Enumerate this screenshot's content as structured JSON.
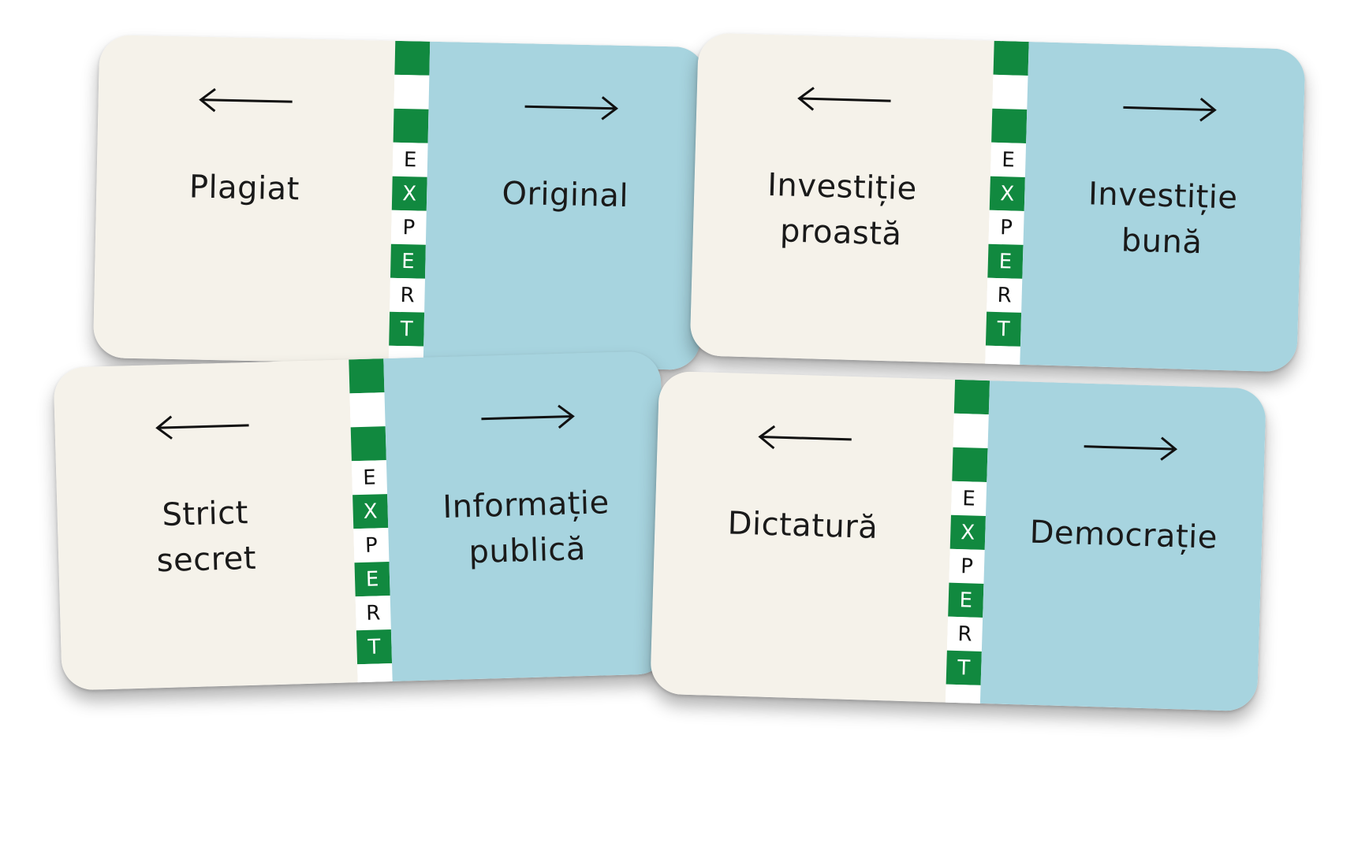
{
  "colors": {
    "left_panel": "#f5f2ea",
    "right_panel": "#a7d4df",
    "stripe_green": "#11893f",
    "stripe_white": "#ffffff",
    "text": "#1a1a1a"
  },
  "icons": {
    "left": "arrow-left-icon",
    "right": "arrow-right-icon"
  },
  "stripe_letters": [
    "E",
    "X",
    "P",
    "E",
    "R",
    "T"
  ],
  "cards": [
    {
      "left_lines": [
        "Plagiat"
      ],
      "right_lines": [
        "Original"
      ]
    },
    {
      "left_lines": [
        "Investiție",
        "proastă"
      ],
      "right_lines": [
        "Investiție",
        "bună"
      ]
    },
    {
      "left_lines": [
        "Strict",
        "secret"
      ],
      "right_lines": [
        "Informație",
        "publică"
      ]
    },
    {
      "left_lines": [
        "Dictatură"
      ],
      "right_lines": [
        "Democrație"
      ]
    }
  ]
}
